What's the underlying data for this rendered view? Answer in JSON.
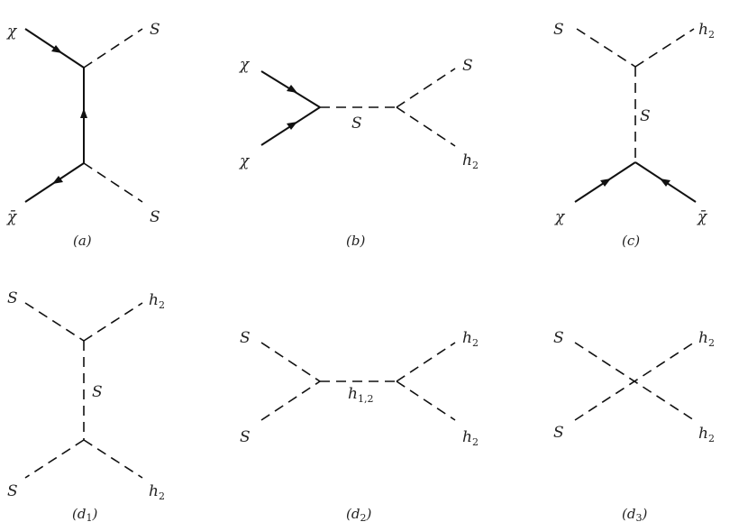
{
  "diagrams": {
    "a": {
      "caption": "(a)",
      "labels": [
        "χ",
        "S",
        "χ̄",
        "S"
      ]
    },
    "b": {
      "caption": "(b)",
      "labels": [
        "χ",
        "χ",
        "S",
        "S",
        "h",
        "2"
      ]
    },
    "c": {
      "caption": "(c)",
      "labels": [
        "S",
        "h",
        "2",
        "S",
        "χ",
        "χ̄"
      ]
    },
    "d1": {
      "caption_base": "(d",
      "caption_sub": "1",
      "caption_end": ")",
      "labels": [
        "S",
        "h",
        "2",
        "S",
        "S",
        "h",
        "2"
      ]
    },
    "d2": {
      "caption_base": "(d",
      "caption_sub": "2",
      "caption_end": ")",
      "labels": [
        "S",
        "S",
        "h",
        "1,2",
        "h",
        "2",
        "h",
        "2"
      ]
    },
    "d3": {
      "caption_base": "(d",
      "caption_sub": "3",
      "caption_end": ")",
      "labels": [
        "S",
        "S",
        "h",
        "2",
        "h",
        "2"
      ]
    }
  }
}
